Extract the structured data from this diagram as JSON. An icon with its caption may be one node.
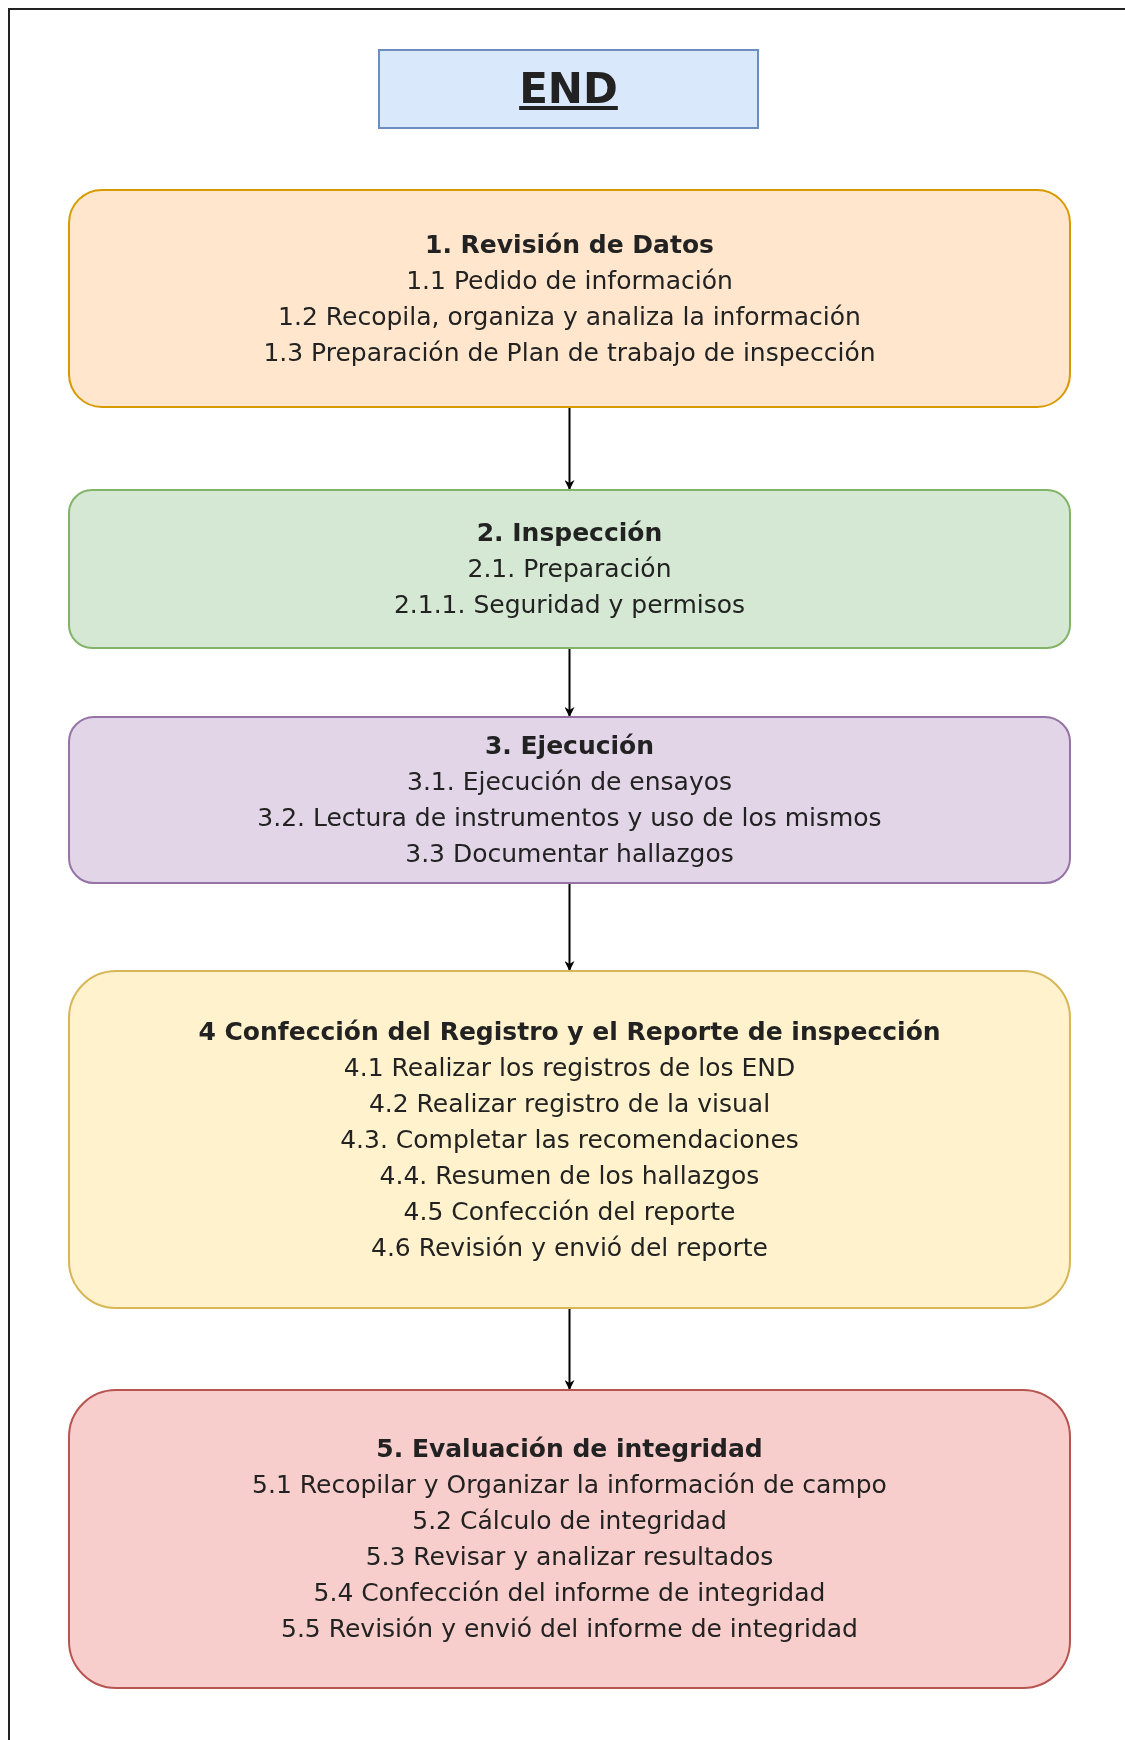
{
  "diagram": {
    "nodes": [
      {
        "text": [
          "END"
        ]
      },
      {
        "text": [
          "1. Revisión de Datos",
          "1.1 Pedido de información",
          "1.2 Recopila, organiza y analiza la información",
          "1.3 Preparación de Plan de trabajo de inspección"
        ]
      },
      {
        "text": [
          "2. Inspección",
          "2.1. Preparación",
          "2.1.1. Seguridad y permisos"
        ]
      },
      {
        "text": [
          "3. Ejecución",
          "3.1. Ejecución de ensayos",
          "3.2. Lectura de instrumentos y uso de los mismos",
          "3.3 Documentar hallazgos"
        ]
      },
      {
        "text": [
          "4 Confección del Registro y el Reporte de inspección",
          "4.1 Realizar los registros de los END",
          "4.2 Realizar registro de la visual",
          "4.3. Completar las recomendaciones",
          "4.4. Resumen de los hallazgos",
          "4.5 Confección del reporte",
          "4.6 Revisión y envió del reporte"
        ]
      },
      {
        "text": [
          "5. Evaluación de integridad",
          "5.1 Recopilar y Organizar la información de campo",
          "5.2 Cálculo de integridad",
          "5.3 Revisar y analizar resultados",
          "5.4 Confección del informe de integridad",
          "5.5 Revisión y envió del informe de integridad"
        ]
      }
    ],
    "edges": [
      {
        "from": 1,
        "to": 2,
        "arrow": "to"
      },
      {
        "from": 2,
        "to": 3,
        "arrow": "to"
      },
      {
        "from": 3,
        "to": 4,
        "arrow": "to"
      },
      {
        "from": 4,
        "to": 5,
        "arrow": "to"
      }
    ]
  }
}
